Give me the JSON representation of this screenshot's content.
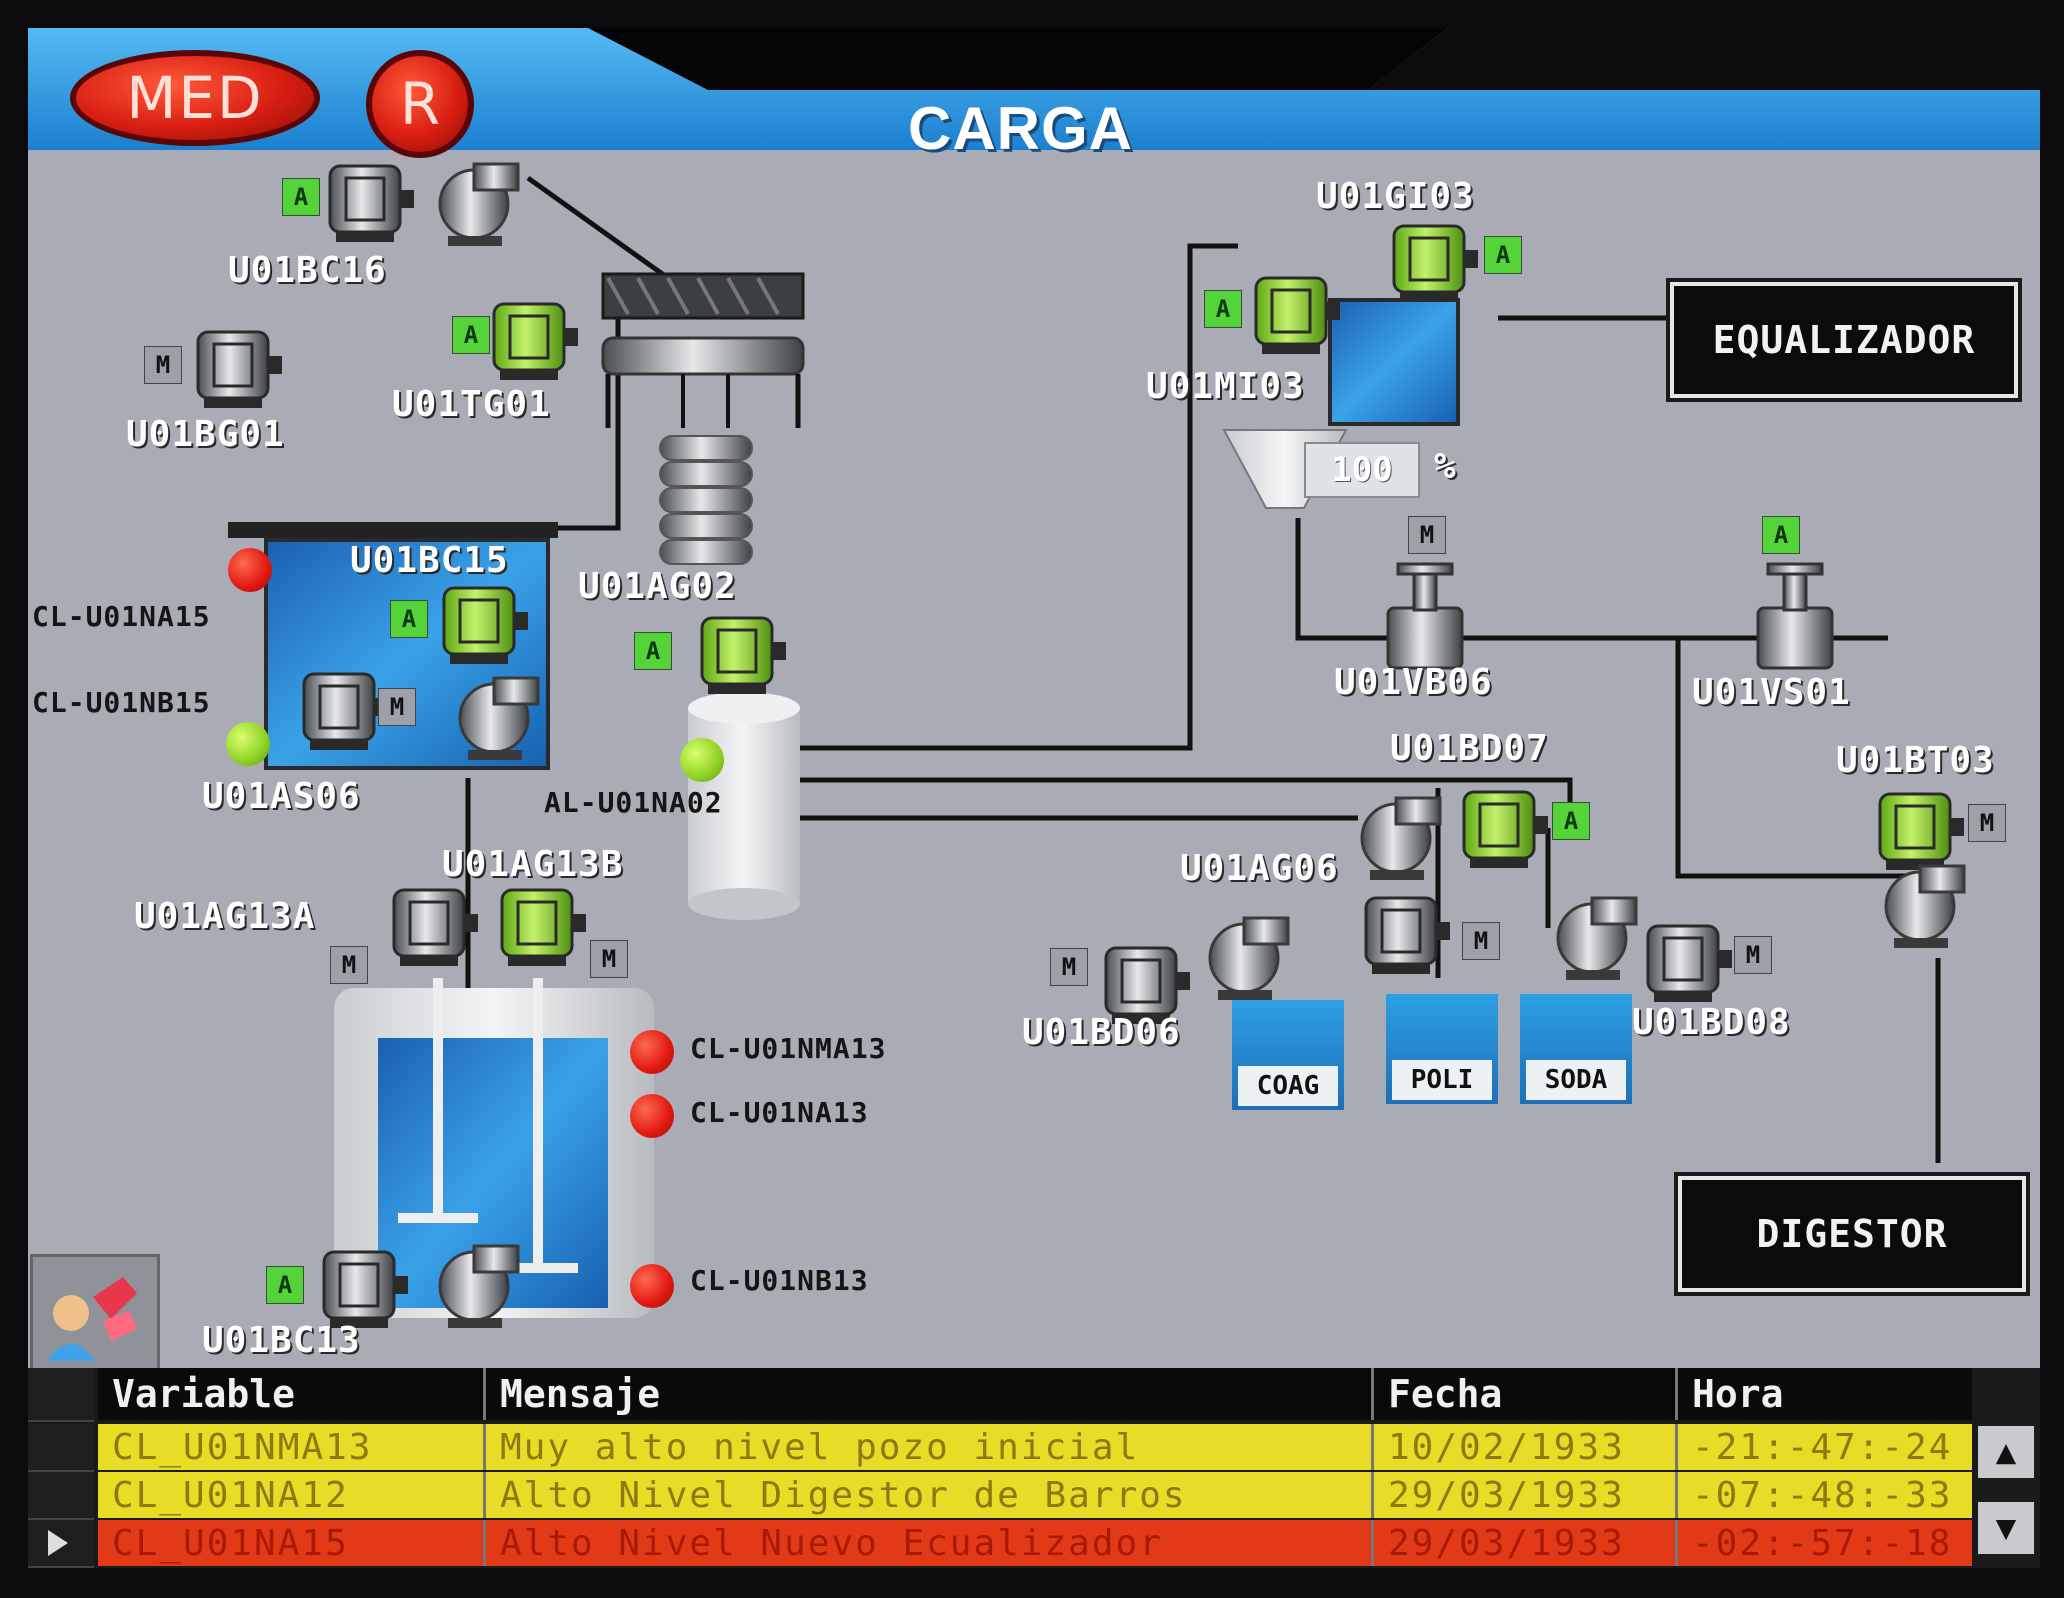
{
  "header": {
    "mode_button": "MED",
    "reset_button": "R",
    "title": "CARGA"
  },
  "nav": {
    "equalizador": "EQUALIZADOR",
    "digestor": "DIGESTOR"
  },
  "equipment": {
    "U01BC16": "U01BC16",
    "U01BG01": "U01BG01",
    "U01TG01": "U01TG01",
    "U01BC15": "U01BC15",
    "U01AG02": "U01AG02",
    "U01AS06": "U01AS06",
    "U01AG13B": "U01AG13B",
    "U01AG13A": "U01AG13A",
    "U01BC13": "U01BC13",
    "U01GI03": "U01GI03",
    "U01MI03": "U01MI03",
    "U01VB06": "U01VB06",
    "U01VS01": "U01VS01",
    "U01BD07": "U01BD07",
    "U01BT03": "U01BT03",
    "U01AG06": "U01AG06",
    "U01BD06": "U01BD06",
    "U01BD08": "U01BD08"
  },
  "sensors": {
    "cl_na15": "CL-U01NA15",
    "cl_nb15": "CL-U01NB15",
    "al_na02": "AL-U01NA02",
    "cl_nma13": "CL-U01NMA13",
    "cl_na13": "CL-U01NA13",
    "cl_nb13": "CL-U01NB13"
  },
  "tanks": {
    "coag": "COAG",
    "poli": "POLI",
    "soda": "SODA"
  },
  "silo": {
    "level": "100",
    "unit": "%"
  },
  "modes": {
    "auto": "A",
    "manual": "M"
  },
  "alarms": {
    "headers": [
      "Variable",
      "Mensaje",
      "Fecha",
      "Hora"
    ],
    "rows": [
      [
        "CL_U01NMA13",
        "Muy alto nivel pozo inicial",
        "10/02/1933",
        "-21:-47:-24"
      ],
      [
        "CL_U01NA12",
        "Alto Nivel Digestor de Barros",
        "29/03/1933",
        "-07:-48:-33"
      ],
      [
        "CL_U01NA15",
        "Alto Nivel Nuevo Ecualizador",
        "29/03/1933",
        "-02:-57:-18"
      ]
    ],
    "scroll_up": "▲",
    "scroll_down": "▼"
  },
  "colors": {
    "background": "#a9acb4",
    "header_blue": "#2f9ee6",
    "running": "#7fd12a",
    "alarm_red": "#e01810",
    "warning_yellow": "#e8dc26"
  }
}
